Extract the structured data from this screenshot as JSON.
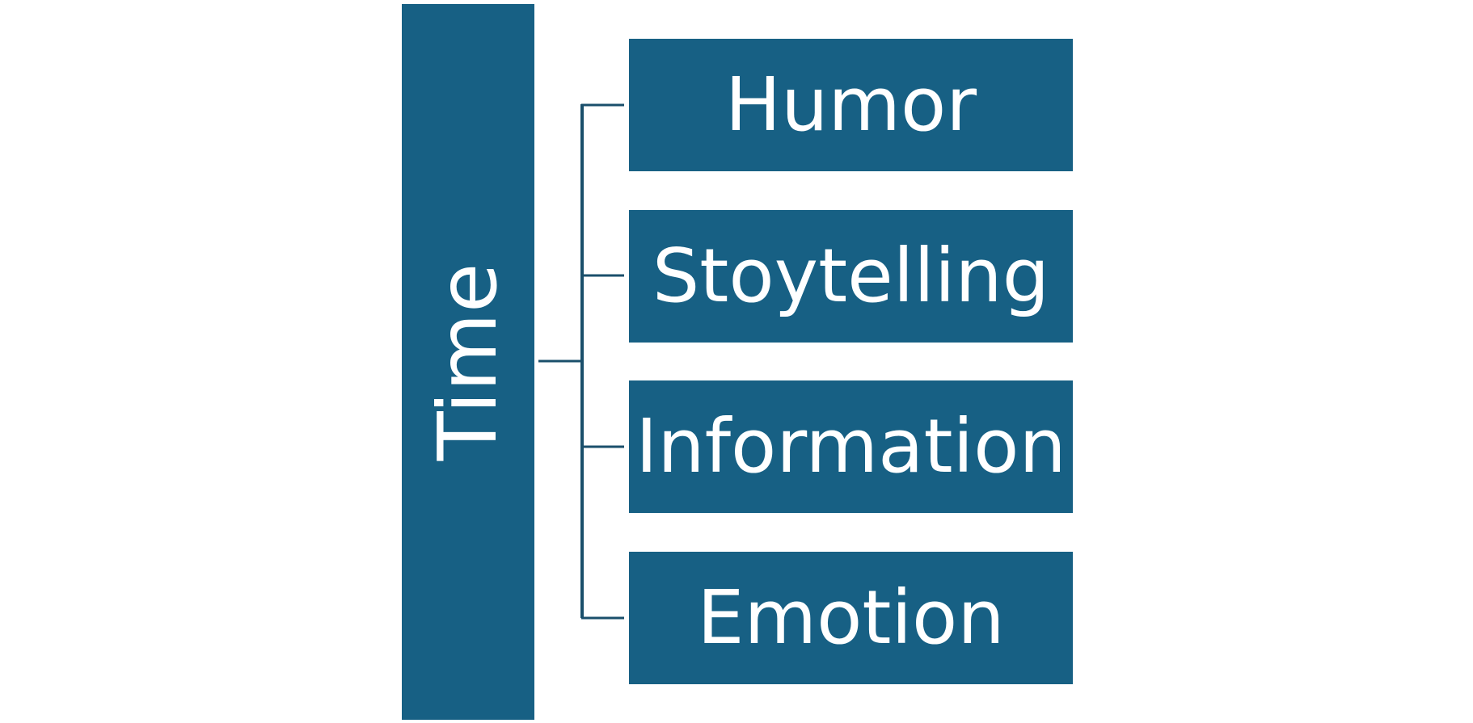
{
  "diagram": {
    "root": {
      "label": "Time"
    },
    "children": [
      {
        "label": "Humor"
      },
      {
        "label": "Stoytelling"
      },
      {
        "label": "Information"
      },
      {
        "label": "Emotion"
      }
    ]
  },
  "colors": {
    "box_fill": "#176084",
    "text": "#ffffff",
    "connector": "#1a4f6b",
    "background": "#ffffff"
  }
}
